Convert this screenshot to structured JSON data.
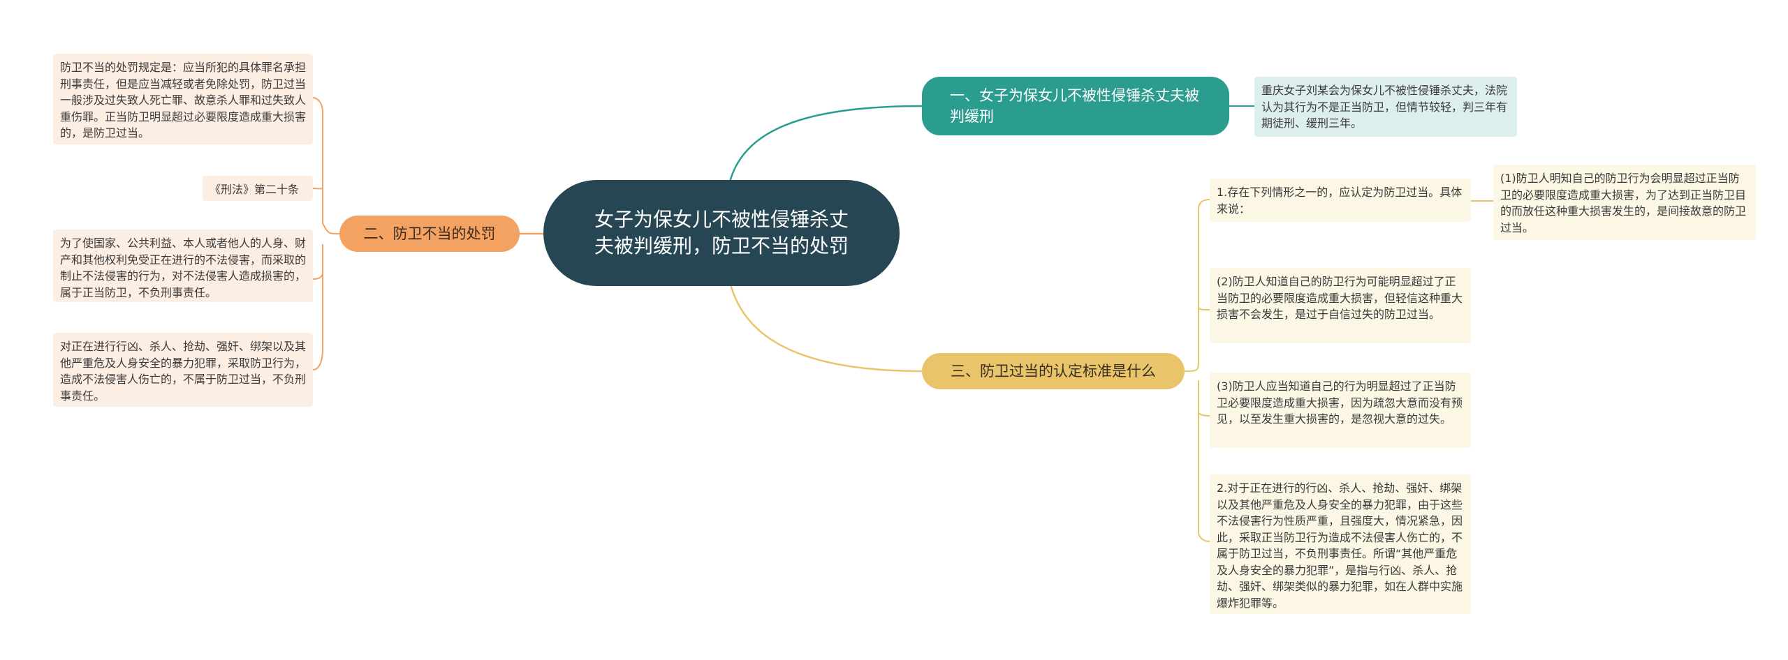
{
  "root": {
    "title": "女子为保女儿不被性侵锤杀丈夫被判缓刑，防卫不当的处罚"
  },
  "branches": {
    "one": {
      "label": "一、女子为保女儿不被性侵锤杀丈夫被判缓刑",
      "leaves": [
        "重庆女子刘某会为保女儿不被性侵锤杀丈夫，法院认为其行为不是正当防卫，但情节较轻，判三年有期徒刑、缓刑三年。"
      ]
    },
    "two": {
      "label": "二、防卫不当的处罚",
      "leaves": [
        "防卫不当的处罚规定是：应当所犯的具体罪名承担刑事责任，但是应当减轻或者免除处罚，防卫过当一般涉及过失致人死亡罪、故意杀人罪和过失致人重伤罪。正当防卫明显超过必要限度造成重大损害的，是防卫过当。",
        "《刑法》第二十条",
        "为了使国家、公共利益、本人或者他人的人身、财产和其他权利免受正在进行的不法侵害，而采取的制止不法侵害的行为，对不法侵害人造成损害的，属于正当防卫，不负刑事责任。",
        "对正在进行行凶、杀人、抢劫、强奸、绑架以及其他严重危及人身安全的暴力犯罪，采取防卫行为，造成不法侵害人伤亡的，不属于防卫过当，不负刑事责任。"
      ]
    },
    "three": {
      "label": "三、防卫过当的认定标准是什么",
      "leaves": [
        "1.存在下列情形之一的，应认定为防卫过当。具体来说：",
        "(2)防卫人知道自己的防卫行为可能明显超过了正当防卫的必要限度造成重大损害，但轻信这种重大损害不会发生，是过于自信过失的防卫过当。",
        "(3)防卫人应当知道自己的行为明显超过了正当防卫必要限度造成重大损害，因为疏忽大意而没有预见，以至发生重大损害的，是忽视大意的过失。",
        "2.对于正在进行的行凶、杀人、抢劫、强奸、绑架以及其他严重危及人身安全的暴力犯罪，由于这些不法侵害行为性质严重，且强度大，情况紧急，因此，采取正当防卫行为造成不法侵害人伤亡的，不属于防卫过当，不负刑事责任。所谓“其他严重危及人身安全的暴力犯罪”，是指与行凶、杀人、抢劫、强奸、绑架类似的暴力犯罪，如在人群中实施爆炸犯罪等。"
      ],
      "sub_leaf": "(1)防卫人明知自己的防卫行为会明显超过正当防卫的必要限度造成重大损害，为了达到正当防卫目的而放任这种重大损害发生的，是间接故意的防卫过当。"
    }
  },
  "colors": {
    "root": "#264653",
    "teal": "#2a9d8f",
    "orange": "#f4a261",
    "yellow": "#e9c46a",
    "teal_leaf_bg": "#dcefed",
    "orange_leaf_bg": "#fdeee3",
    "yellow_leaf_bg": "#fcf6e4"
  }
}
